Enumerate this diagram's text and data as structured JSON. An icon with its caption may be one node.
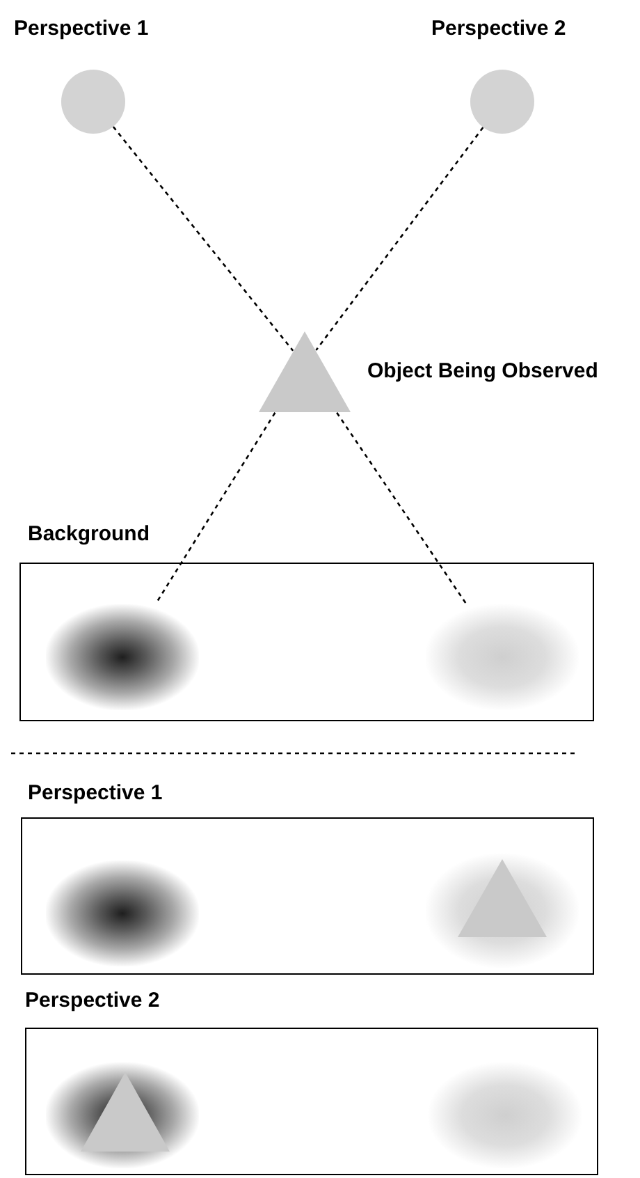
{
  "diagram": {
    "nodes": [
      {
        "text": [
          "Perspective 1"
        ]
      },
      {
        "text": [
          "Perspective 2"
        ]
      },
      {
        "text": [
          "Object Being Observed"
        ]
      },
      {
        "text": [
          "Background"
        ]
      },
      {
        "text": [],
        "shape": "circle",
        "in": 3
      },
      {
        "text": [],
        "shape": "circle",
        "in": 3
      },
      {
        "text": [
          "Perspective 1"
        ]
      },
      {
        "text": [],
        "shape": "circle",
        "in": 6
      },
      {
        "text": [],
        "shape": "circle",
        "in": 6
      },
      {
        "text": [],
        "shape": "triangle",
        "in": 8
      },
      {
        "text": [
          "Perspective 2"
        ]
      },
      {
        "text": [],
        "shape": "circle",
        "in": 10
      },
      {
        "text": [],
        "shape": "triangle",
        "in": 11
      },
      {
        "text": [],
        "shape": "circle",
        "in": 10
      }
    ],
    "edges": [
      {
        "from": 0,
        "to": 2,
        "arrow": "none",
        "style": "dashed"
      },
      {
        "from": 2,
        "to": 5,
        "arrow": "none",
        "style": "dashed"
      },
      {
        "from": 1,
        "to": 2,
        "arrow": "none",
        "style": "dashed"
      },
      {
        "from": 2,
        "to": 4,
        "arrow": "none",
        "style": "dashed"
      }
    ]
  }
}
